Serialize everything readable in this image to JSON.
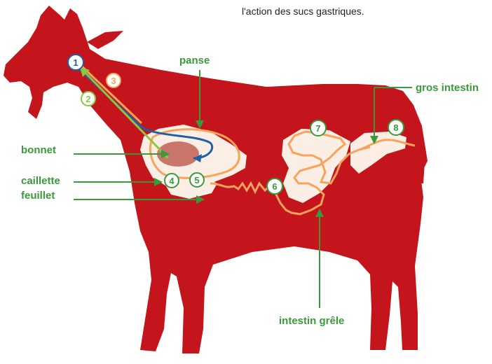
{
  "caption": "l'action des sucs gastriques.",
  "labels": {
    "panse": "panse",
    "bonnet": "bonnet",
    "caillette": "caillette",
    "feuillet": "feuillet",
    "gros_intestin": "gros intestin",
    "intestin_grele": "intestin grêle"
  },
  "steps": [
    "1",
    "2",
    "3",
    "4",
    "5",
    "6",
    "7",
    "8"
  ],
  "colors": {
    "body": "#c4151c",
    "label_green": "#3a9a3a",
    "step1_blue": "#1f5fa8",
    "step2_lightgreen": "#8cc63f",
    "step3_orange": "#f7a35c",
    "organ_white": "#fbeee5",
    "organ_brown": "#c8766a"
  }
}
